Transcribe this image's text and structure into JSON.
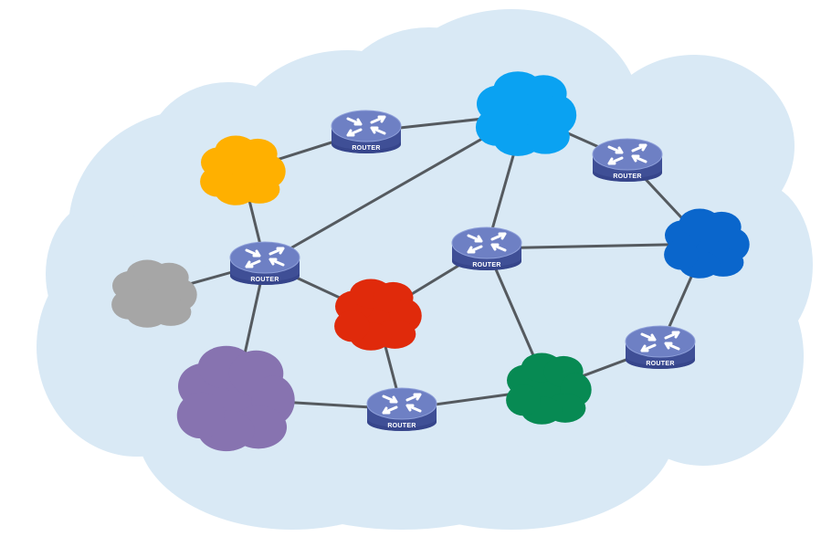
{
  "colors": {
    "background_cloud": "#d9e9f5",
    "link": "#555a5f",
    "router_top": "#6e80c4",
    "router_side": "#3f4f96",
    "router_label_band": "#2e3c80",
    "router_arrows": "#ffffff"
  },
  "routers": [
    {
      "id": "r1",
      "label": "ROUTER"
    },
    {
      "id": "r2",
      "label": "ROUTER"
    },
    {
      "id": "r3",
      "label": "ROUTER"
    },
    {
      "id": "r4",
      "label": "ROUTER"
    },
    {
      "id": "r5",
      "label": "ROUTER"
    },
    {
      "id": "r6",
      "label": "ROUTER"
    }
  ],
  "clouds": [
    {
      "id": "orange",
      "color": "#ffb000"
    },
    {
      "id": "gray",
      "color": "#a6a6a6"
    },
    {
      "id": "purple",
      "color": "#8773b0"
    },
    {
      "id": "red",
      "color": "#e02a0b"
    },
    {
      "id": "lightblue",
      "color": "#0aa2f2"
    },
    {
      "id": "darkblue",
      "color": "#0a66cc"
    },
    {
      "id": "green",
      "color": "#078a53"
    }
  ],
  "links": [
    [
      "orange",
      "r1"
    ],
    [
      "r1",
      "lightblue"
    ],
    [
      "lightblue",
      "r2"
    ],
    [
      "r2",
      "darkblue"
    ],
    [
      "orange",
      "r3"
    ],
    [
      "gray",
      "r3"
    ],
    [
      "r3",
      "lightblue"
    ],
    [
      "r3",
      "red"
    ],
    [
      "r3",
      "purple"
    ],
    [
      "red",
      "r4"
    ],
    [
      "r4",
      "lightblue"
    ],
    [
      "r4",
      "darkblue"
    ],
    [
      "r4",
      "green"
    ],
    [
      "red",
      "r5"
    ],
    [
      "purple",
      "r5"
    ],
    [
      "r5",
      "green"
    ],
    [
      "green",
      "r6"
    ],
    [
      "r6",
      "darkblue"
    ]
  ]
}
